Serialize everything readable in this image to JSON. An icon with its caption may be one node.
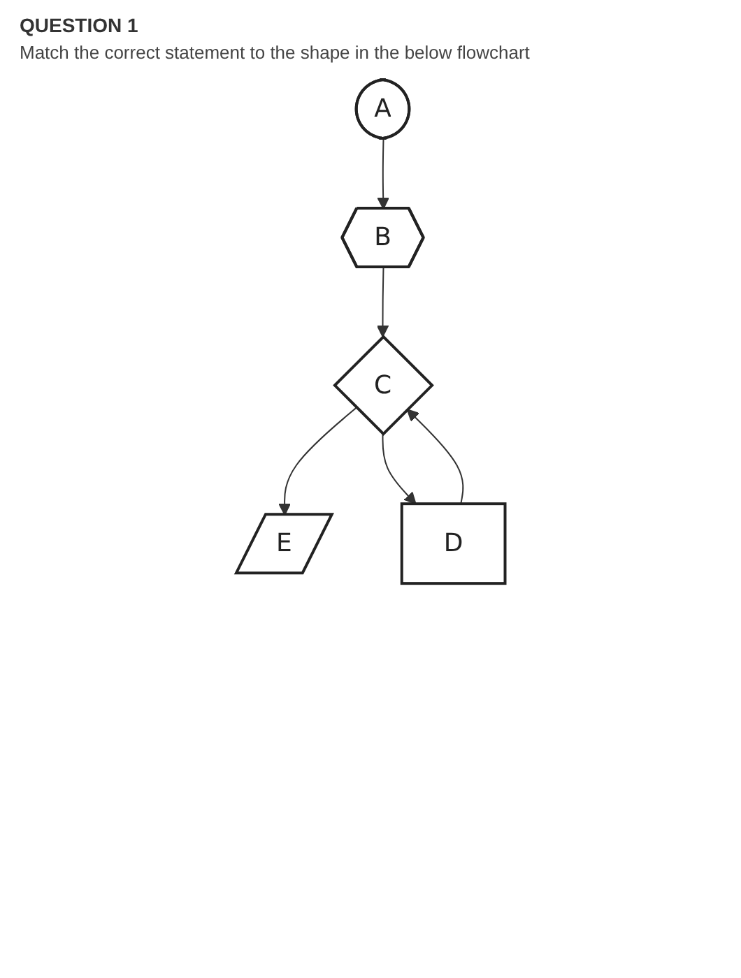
{
  "diagram": {
    "title": "QUESTION 1",
    "nodes": [
      {
        "text": [
          "A"
        ]
      },
      {
        "text": [
          "B"
        ]
      },
      {
        "text": [
          "C"
        ]
      },
      {
        "text": [
          "D"
        ]
      },
      {
        "text": [
          "E"
        ]
      }
    ],
    "edges": [
      {
        "from": 0,
        "to": 1,
        "arrow": "to"
      },
      {
        "from": 1,
        "to": 2,
        "arrow": "to"
      },
      {
        "from": 2,
        "to": 4,
        "arrow": "to"
      },
      {
        "from": 2,
        "to": 3,
        "arrow": "to"
      },
      {
        "from": 3,
        "to": 2,
        "arrow": "to"
      }
    ],
    "labels": [
      "Match the correct statement to the shape in the below flowchart"
    ]
  }
}
